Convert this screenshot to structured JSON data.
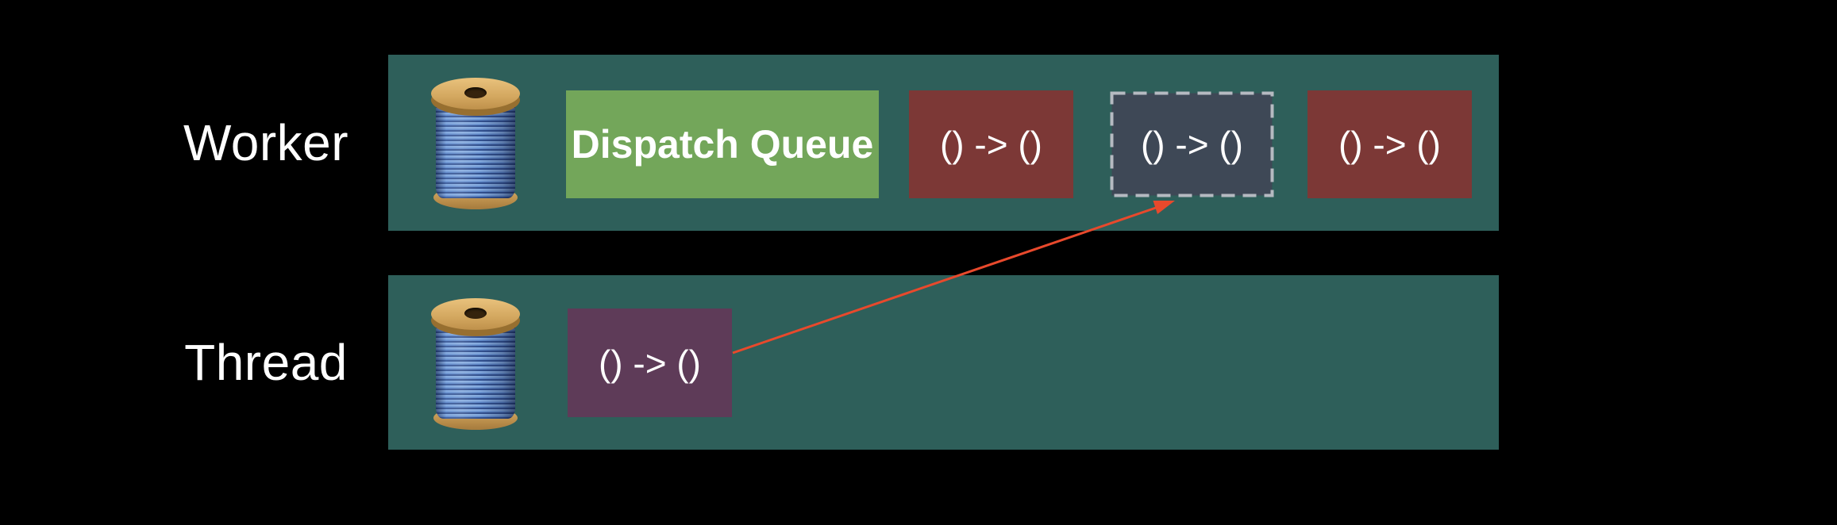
{
  "slide": {
    "background_color": "#000000",
    "band_text_color": "#ffffff"
  },
  "lanes": [
    {
      "id": "worker",
      "label": "Worker",
      "band_color": "#2e5f5a",
      "items": [
        {
          "kind": "icon",
          "name": "thread-spool-icon"
        },
        {
          "kind": "box",
          "role": "dispatch-queue",
          "label": "Dispatch Queue",
          "fill": "#73a65a",
          "text_color": "#ffffff"
        },
        {
          "kind": "box",
          "role": "work-item",
          "label": "() -> ()",
          "fill": "#7c3836",
          "text_color": "#ffffff"
        },
        {
          "kind": "box",
          "role": "work-item-placeholder",
          "label": "() -> ()",
          "fill": "#3e4856",
          "border_style": "dashed",
          "border_color": "#b5bac1",
          "text_color": "#ffffff"
        },
        {
          "kind": "box",
          "role": "work-item",
          "label": "() -> ()",
          "fill": "#7c3836",
          "text_color": "#ffffff"
        }
      ]
    },
    {
      "id": "thread",
      "label": "Thread",
      "band_color": "#2e5f5a",
      "items": [
        {
          "kind": "icon",
          "name": "thread-spool-icon"
        },
        {
          "kind": "box",
          "role": "work-item-on-thread",
          "label": "() -> ()",
          "fill": "#5e3b58",
          "text_color": "#ffffff"
        }
      ]
    }
  ],
  "arrow": {
    "meaning": "work item from thread enqueued into placeholder slot of worker dispatch queue",
    "color": "#e8492c"
  }
}
